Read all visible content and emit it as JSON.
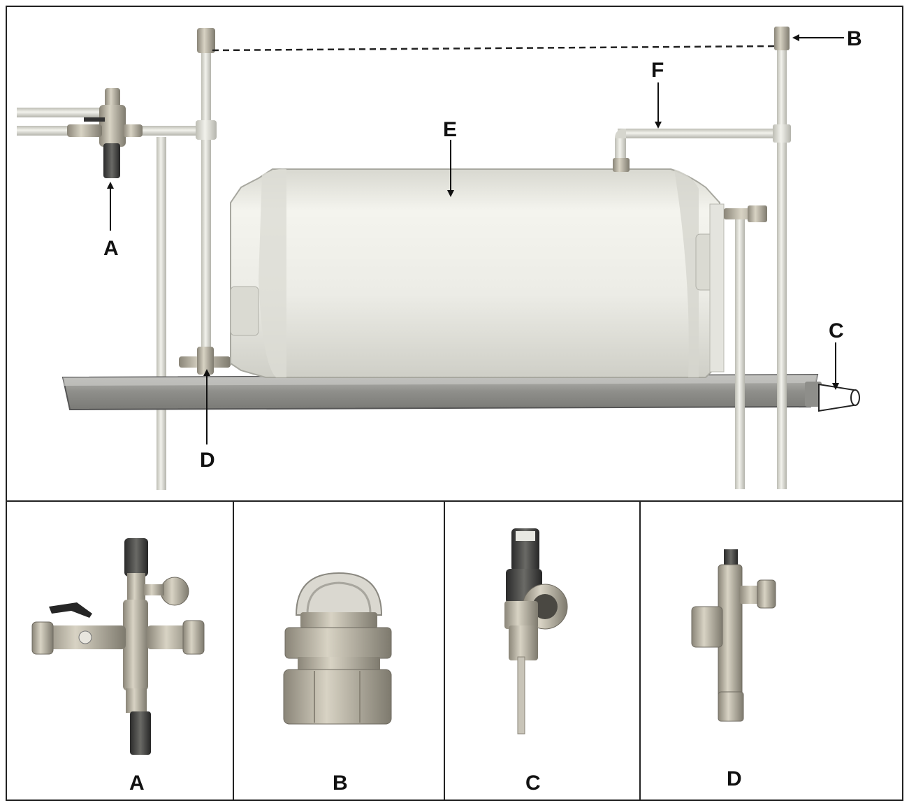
{
  "main_labels": {
    "A": "A",
    "B": "B",
    "C": "C",
    "D": "D",
    "E": "E",
    "F": "F"
  },
  "panels": [
    {
      "label": "A"
    },
    {
      "label": "B"
    },
    {
      "label": "C"
    },
    {
      "label": "D"
    }
  ],
  "colors": {
    "pipe": "#dcdcd4",
    "cylinder": "#ecece6",
    "tray": "#9a9a96",
    "brass": "#b0aa98",
    "line": "#1a1a1a"
  }
}
